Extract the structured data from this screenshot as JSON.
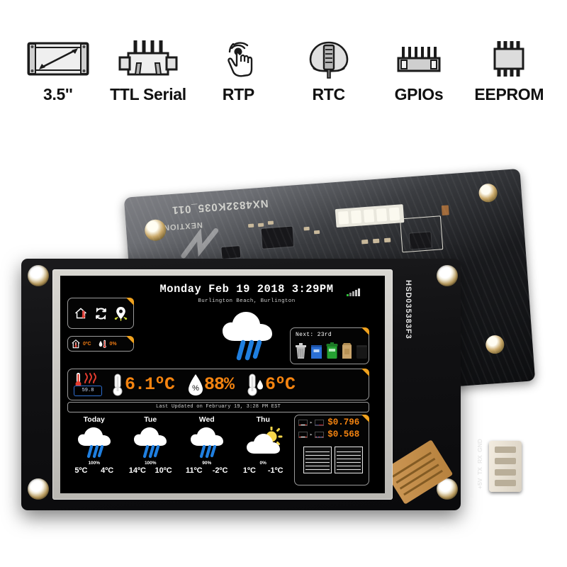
{
  "features": [
    {
      "label": "3.5''",
      "icon": "display-diagonal-icon"
    },
    {
      "label": "TTL Serial",
      "icon": "serial-connector-icon"
    },
    {
      "label": "RTP",
      "icon": "resistive-touch-icon"
    },
    {
      "label": "RTC",
      "icon": "rtc-battery-icon"
    },
    {
      "label": "GPIOs",
      "icon": "gpio-header-icon"
    },
    {
      "label": "EEPROM",
      "icon": "eeprom-chip-icon"
    }
  ],
  "board": {
    "silk_model": "NX4832K035_011",
    "silk_brand": "NEXTION",
    "panel_label": "HSD035383F3",
    "connector_pins": [
      "GND",
      "RX",
      "TX",
      "+5V"
    ]
  },
  "screen": {
    "header": {
      "datetime": "Monday Feb 19 2018  3:29PM",
      "location": "Burlington Beach, Burlington",
      "signal_bars_total": 4,
      "signal_bars_active": 4
    },
    "quick_icons": [
      {
        "name": "home-temp-icon"
      },
      {
        "name": "refresh-icon"
      },
      {
        "name": "location-pin-icon"
      }
    ],
    "indoor": {
      "temperature": "0ºC",
      "humidity": "0%"
    },
    "main_condition_icon": "heavy-rain-cloud-icon",
    "next_pickup": {
      "label": "Next: 23rd",
      "bins": [
        "garbage-bin-icon",
        "blue-recycling-bin-icon",
        "green-organics-bin-icon",
        "paper-bag-icon",
        "black-bin-icon"
      ]
    },
    "current": {
      "furnace_value": "59.8",
      "temperature": "6.1ºC",
      "humidity": "88%",
      "feels_like": "6ºC",
      "updated": "Last Updated on February 19, 3:28 PM EST"
    },
    "forecast": [
      {
        "day": "Today",
        "icon": "rain-icon",
        "pop": "100%",
        "high": "5ºC",
        "low": "4ºC"
      },
      {
        "day": "Tue",
        "icon": "rain-icon",
        "pop": "100%",
        "high": "14ºC",
        "low": "10ºC"
      },
      {
        "day": "Wed",
        "icon": "rain-icon",
        "pop": "90%",
        "high": "11ºC",
        "low": "-2ºC"
      },
      {
        "day": "Thu",
        "icon": "partly-sunny-icon",
        "pop": "0%",
        "high": "1ºC",
        "low": "-1ºC"
      }
    ],
    "currency": [
      {
        "from": "CA",
        "to": "US",
        "value": "$0.796"
      },
      {
        "from": "CA",
        "to": "UK",
        "value": "$0.568"
      }
    ]
  },
  "colors": {
    "accent_orange": "#f58410",
    "dogear": "#f0a21e",
    "rain_blue": "#1f7fe0",
    "signal_green": "#2fbf3a"
  }
}
